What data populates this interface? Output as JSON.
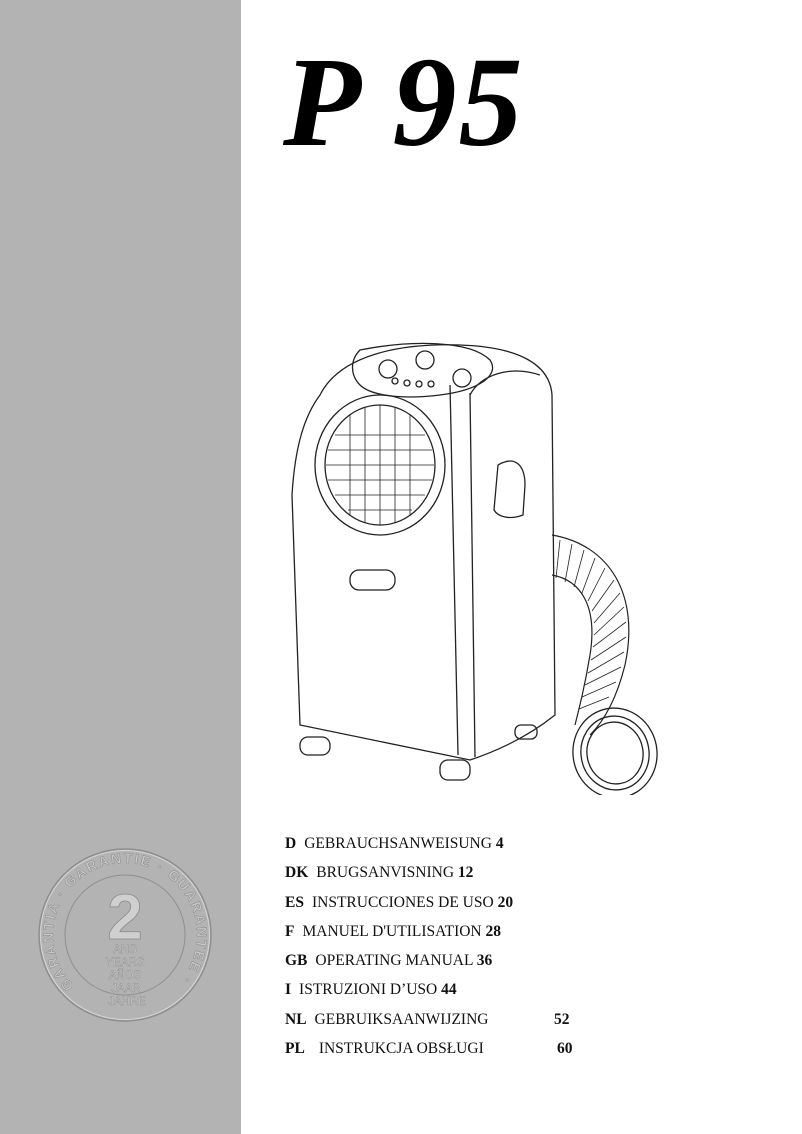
{
  "title": "P 95",
  "seal": {
    "ring_text": "GARANTIA · GARANTIE · GUARANTEE ·",
    "number": "2",
    "lines": [
      "ANS",
      "YEARS",
      "AÑOS",
      "JAAR",
      "JAHRE"
    ]
  },
  "toc": [
    {
      "code": "D",
      "label": "GEBRAUCHSANWEISUNG",
      "page": "4"
    },
    {
      "code": "DK",
      "label": "BRUGSANVISNING",
      "page": "12"
    },
    {
      "code": "ES",
      "label": "INSTRUCCIONES DE USO",
      "page": "20"
    },
    {
      "code": "F",
      "label": "MANUEL D'UTILISATION",
      "page": "28"
    },
    {
      "code": "GB",
      "label": "OPERATING MANUAL",
      "page": "36"
    },
    {
      "code": "I",
      "label": "ISTRUZIONI D’USO",
      "page": "44"
    },
    {
      "code": "NL",
      "label": "GEBRUIKSAANWIJZING",
      "page": "52"
    },
    {
      "code": "PL",
      "label": "INSTRUKCJA OBSŁUGI",
      "page": "60"
    }
  ],
  "colors": {
    "sidebar": "#b3b3b3",
    "text": "#111111"
  }
}
